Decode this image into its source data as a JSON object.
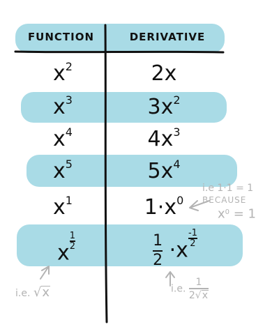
{
  "colors": {
    "band": "#a9dbe6",
    "ink": "#111111",
    "note": "#b3b3b3"
  },
  "header": {
    "function": "FUNCTION",
    "derivative": "DERIVATIVE"
  },
  "rows": [
    {
      "base": "x",
      "exp": "2",
      "coef": "2",
      "var": "x",
      "dexp": ""
    },
    {
      "base": "x",
      "exp": "3",
      "coef": "3",
      "var": "x",
      "dexp": "2"
    },
    {
      "base": "x",
      "exp": "4",
      "coef": "4",
      "var": "x",
      "dexp": "3"
    },
    {
      "base": "x",
      "exp": "5",
      "coef": "5",
      "var": "x",
      "dexp": "4"
    },
    {
      "base": "x",
      "exp": "1",
      "coef": "1·",
      "var": "x",
      "dexp": "0"
    }
  ],
  "last_row": {
    "base": "x",
    "exp_num": "1",
    "exp_den": "2",
    "coef_num": "1",
    "coef_den": "2",
    "dot": "·",
    "var": "x",
    "dexp_sign": "-",
    "dexp_num": "1",
    "dexp_den": "2"
  },
  "annotations": {
    "ie_line1": "i.e 1·1 = 1",
    "ie_line2": "BECAUSE",
    "ie_line3_base": "x",
    "ie_line3_exp": "0",
    "ie_line3_rest": " = 1",
    "sqrt_prefix": "i.e.",
    "sqrt_symbol": "√",
    "sqrt_var": "x",
    "deriv_prefix": "i.e.",
    "deriv_num": "1",
    "deriv_den_coef": "2",
    "deriv_den_sqrt": "√",
    "deriv_den_var": "x"
  }
}
